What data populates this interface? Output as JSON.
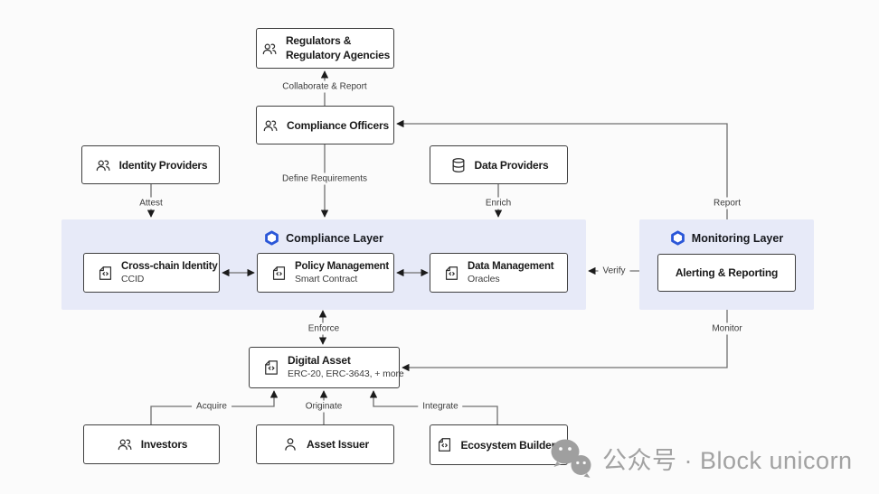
{
  "colors": {
    "accent_blue": "#2b57d8",
    "layer_band": "#e7eaf8",
    "box_border": "#3f3f3f",
    "connector_line": "#6f6f6f",
    "watermark_gray": "#a2a2a2"
  },
  "layers": {
    "compliance": {
      "title": "Compliance Layer",
      "icon": "chainlink-hexagon-icon"
    },
    "monitoring": {
      "title": "Monitoring Layer",
      "icon": "chainlink-hexagon-icon"
    }
  },
  "nodes": {
    "regulators": {
      "line1": "Regulators &",
      "line2": "Regulatory Agencies",
      "icon": "users-icon"
    },
    "compliance_officers": {
      "label": "Compliance Officers",
      "icon": "users-icon"
    },
    "identity_providers": {
      "label": "Identity Providers",
      "icon": "users-icon"
    },
    "data_providers": {
      "label": "Data Providers",
      "icon": "database-icon"
    },
    "cross_chain_identity": {
      "label": "Cross-chain Identity",
      "sublabel": "CCID",
      "icon": "document-code-icon"
    },
    "policy_management": {
      "label": "Policy Management",
      "sublabel": "Smart Contract",
      "icon": "document-code-icon"
    },
    "data_management": {
      "label": "Data Management",
      "sublabel": "Oracles",
      "icon": "document-code-icon"
    },
    "alerting_reporting": {
      "label": "Alerting & Reporting"
    },
    "digital_asset": {
      "label": "Digital Asset",
      "sublabel": "ERC-20, ERC-3643, + more",
      "icon": "document-code-icon"
    },
    "investors": {
      "label": "Investors",
      "icon": "users-icon"
    },
    "asset_issuer": {
      "label": "Asset Issuer",
      "icon": "person-icon"
    },
    "ecosystem_builders": {
      "label": "Ecosystem Builders",
      "icon": "document-code-icon"
    }
  },
  "edges": {
    "collaborate": "Collaborate & Report",
    "define": "Define Requirements",
    "attest": "Attest",
    "enrich": "Enrich",
    "report": "Report",
    "verify": "Verify",
    "enforce": "Enforce",
    "monitor": "Monitor",
    "acquire": "Acquire",
    "originate": "Originate",
    "integrate": "Integrate"
  },
  "watermark": {
    "text": "公众号 · Block unicorn",
    "icon": "wechat-icon"
  }
}
